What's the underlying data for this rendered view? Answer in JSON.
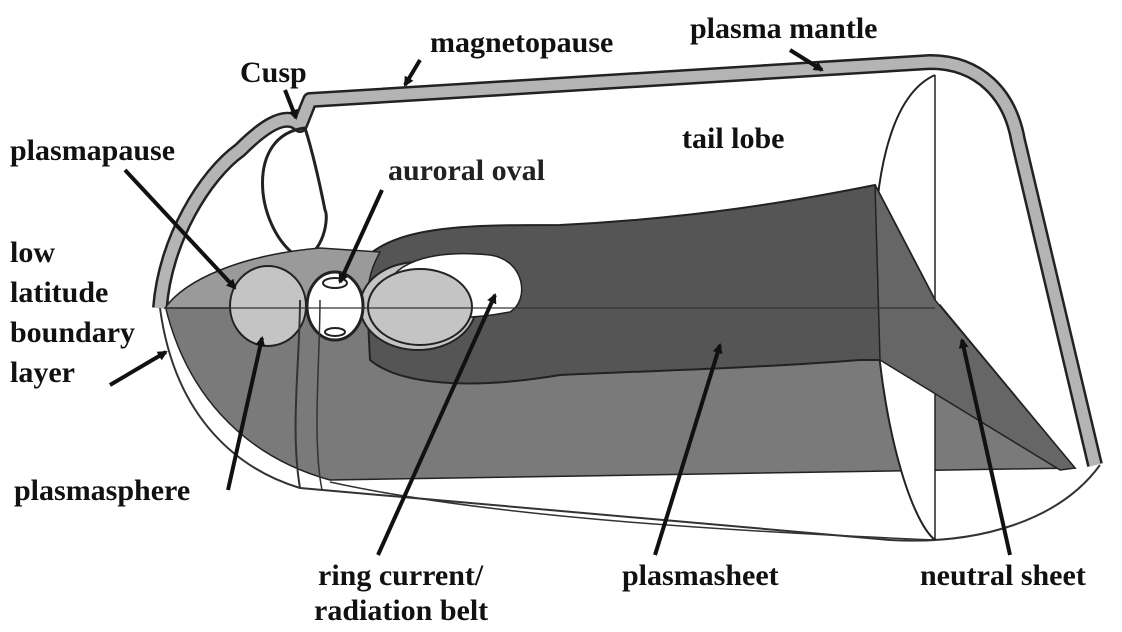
{
  "labels": {
    "magnetopause": "magnetopause",
    "plasma_mantle": "plasma mantle",
    "cusp": "Cusp",
    "tail_lobe": "tail lobe",
    "plasmapause": "plasmapause",
    "auroral_oval": "auroral oval",
    "llbl_line1": "low",
    "llbl_line2": "latitude",
    "llbl_line3": "boundary",
    "llbl_line4": "layer",
    "plasmasphere": "plasmasphere",
    "ring_current_line1": "ring current/",
    "ring_current_line2": "radiation belt",
    "plasmasheet": "plasmasheet",
    "neutral_sheet": "neutral sheet"
  },
  "colors": {
    "background": "#ffffff",
    "ink": "#111111",
    "magnetopause_band": "#b4b4b4",
    "plasmasheet": "#555555",
    "lower_body": "#7a7a7a",
    "sphere_light": "#c4c4c4"
  }
}
